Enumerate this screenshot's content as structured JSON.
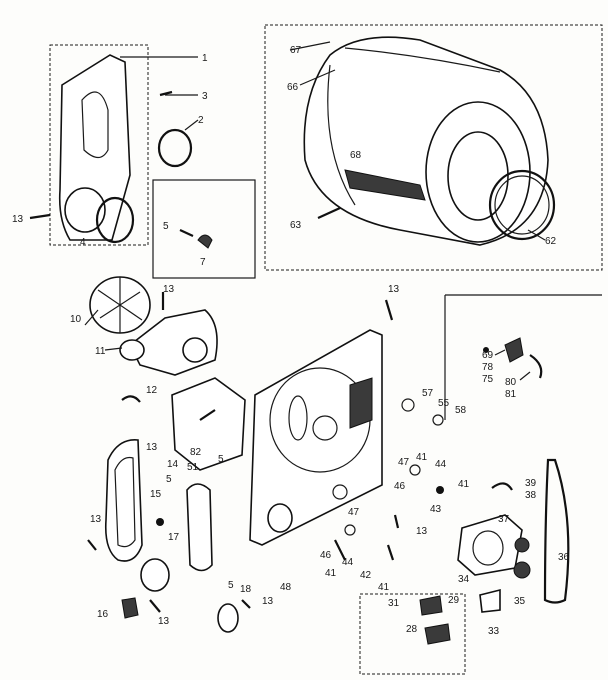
{
  "diagram": {
    "callouts": {
      "c1": "1",
      "c2": "2",
      "c3": "3",
      "c4": "4",
      "c5a": "5",
      "c5b": "5",
      "c5c": "5",
      "c5d": "5",
      "c7": "7",
      "c10": "10",
      "c11": "11",
      "c12": "12",
      "c13a": "13",
      "c13b": "13",
      "c13c": "13",
      "c13d": "13",
      "c13e": "13",
      "c13f": "13",
      "c13g": "13",
      "c13h": "13",
      "c14": "14",
      "c15": "15",
      "c16": "16",
      "c17": "17",
      "c18": "18",
      "c28": "28",
      "c29": "29",
      "c31": "31",
      "c33": "33",
      "c34": "34",
      "c35": "35",
      "c36": "36",
      "c37": "37",
      "c38": "38",
      "c39": "39",
      "c41a": "41",
      "c41b": "41",
      "c41c": "41",
      "c41d": "41",
      "c42": "42",
      "c43": "43",
      "c44a": "44",
      "c44b": "44",
      "c46a": "46",
      "c46b": "46",
      "c47a": "47",
      "c47b": "47",
      "c48": "48",
      "c51": "51",
      "c55": "55",
      "c57": "57",
      "c58": "58",
      "c62": "62",
      "c63": "63",
      "c66": "66",
      "c67": "67",
      "c68": "68",
      "c69": "69",
      "c75": "75",
      "c78": "78",
      "c80": "80",
      "c81": "81",
      "c82": "82"
    }
  }
}
